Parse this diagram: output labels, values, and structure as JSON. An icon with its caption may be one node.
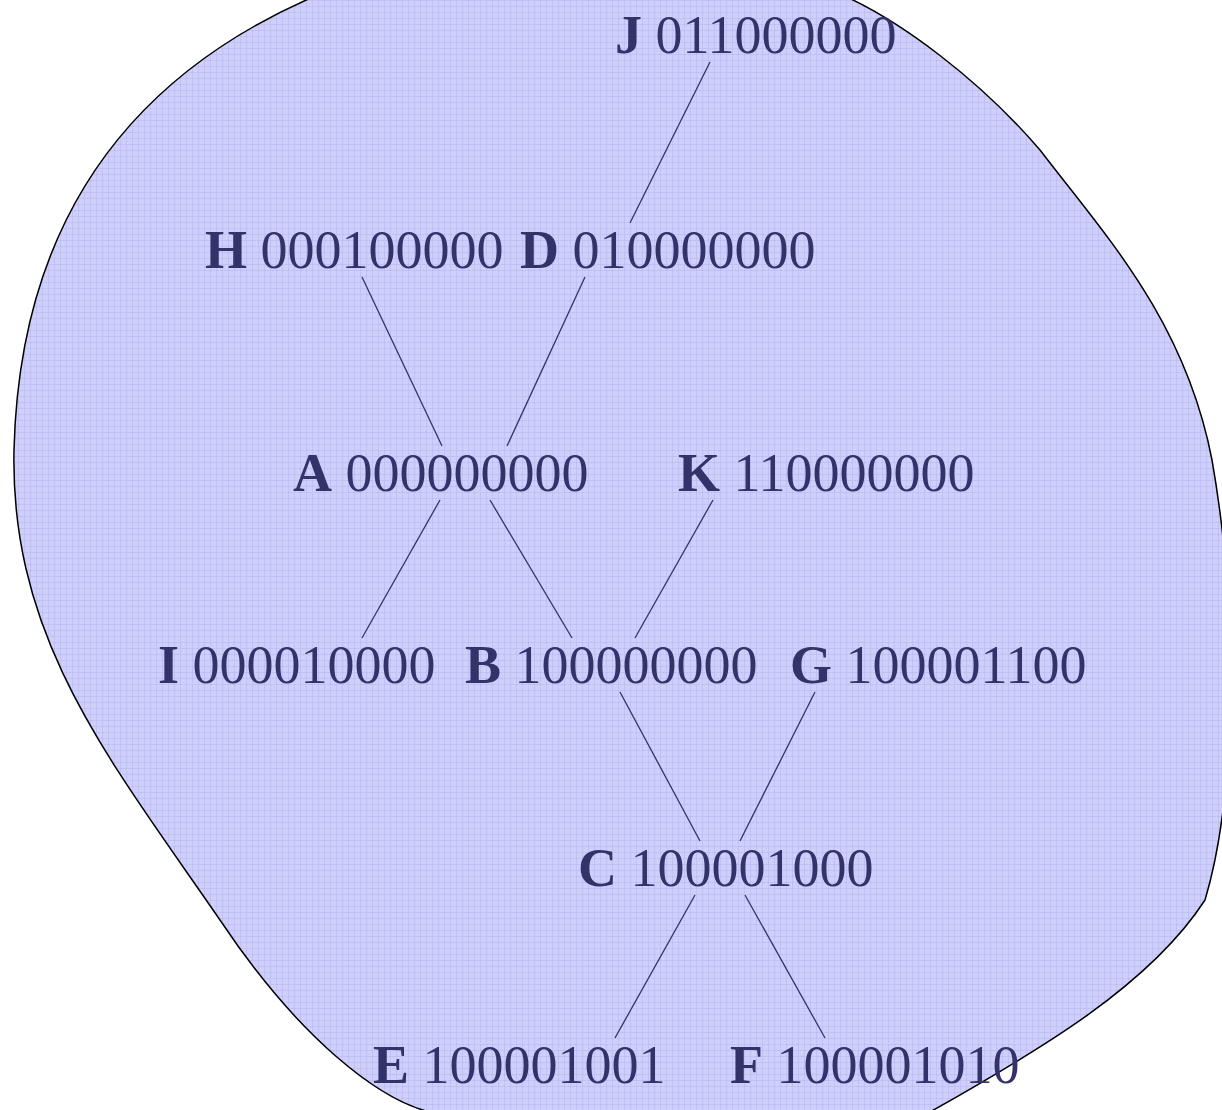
{
  "diagram": {
    "nodes": [
      {
        "text": [],
        "shape": "blob"
      },
      {
        "text": [
          "**J** 011000000"
        ],
        "in": 0
      },
      {
        "text": [
          "**H** 000100000"
        ],
        "in": 0
      },
      {
        "text": [
          "**D** 010000000"
        ],
        "in": 0
      },
      {
        "text": [
          "**A** 000000000"
        ],
        "in": 0
      },
      {
        "text": [
          "**K** 110000000"
        ],
        "in": 0
      },
      {
        "text": [
          "**I** 000010000"
        ],
        "in": 0
      },
      {
        "text": [
          "**B** 100000000"
        ],
        "in": 0
      },
      {
        "text": [
          "**G** 100001100"
        ],
        "in": 0
      },
      {
        "text": [
          "**C** 100001000"
        ],
        "in": 0
      },
      {
        "text": [
          "**E** 100001001"
        ],
        "in": 0
      },
      {
        "text": [
          "**F** 100001010"
        ],
        "in": 0
      }
    ],
    "edges": [
      {
        "from": 1,
        "to": 3,
        "arrow": "none"
      },
      {
        "from": 2,
        "to": 4,
        "arrow": "none"
      },
      {
        "from": 3,
        "to": 4,
        "arrow": "none"
      },
      {
        "from": 4,
        "to": 6,
        "arrow": "none"
      },
      {
        "from": 4,
        "to": 7,
        "arrow": "none"
      },
      {
        "from": 5,
        "to": 7,
        "arrow": "none"
      },
      {
        "from": 7,
        "to": 9,
        "arrow": "none"
      },
      {
        "from": 8,
        "to": 9,
        "arrow": "none"
      },
      {
        "from": 9,
        "to": 10,
        "arrow": "none"
      },
      {
        "from": 9,
        "to": 11,
        "arrow": "none"
      }
    ]
  }
}
